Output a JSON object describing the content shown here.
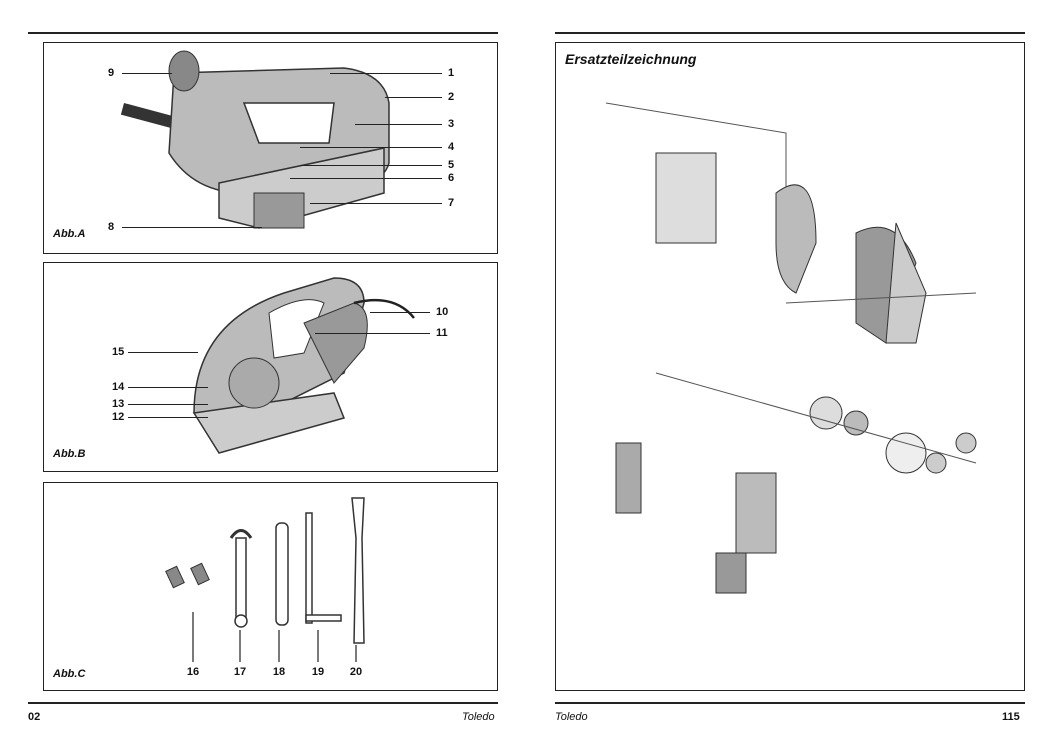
{
  "left_page": {
    "panel_a": {
      "caption": "Abb.A",
      "callouts": [
        "9",
        "1",
        "2",
        "3",
        "4",
        "5",
        "6",
        "7",
        "8"
      ]
    },
    "panel_b": {
      "caption": "Abb.B",
      "callouts": [
        "10",
        "11",
        "15",
        "14",
        "13",
        "12"
      ]
    },
    "panel_c": {
      "caption": "Abb.C",
      "tool_labels": [
        "16",
        "17",
        "18",
        "19",
        "20"
      ]
    },
    "footer": {
      "page_number": "02",
      "product": "Toledo"
    }
  },
  "right_page": {
    "title": "Ersatzteilzeichnung",
    "footer": {
      "product": "Toledo",
      "page_number": "115"
    }
  }
}
